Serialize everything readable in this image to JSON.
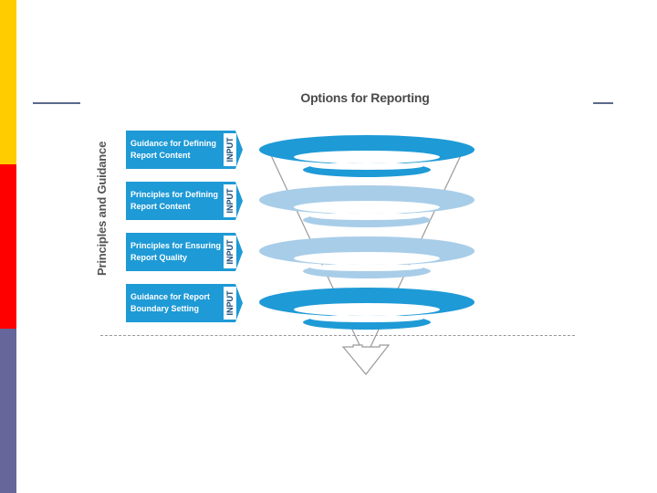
{
  "slide": {
    "band_colors": [
      "#ffcc00",
      "#ff0000",
      "#66669a"
    ]
  },
  "diagram": {
    "title": "Options for Reporting",
    "side_label": "Principles and Guidance",
    "input_label": "INPUT",
    "stages": [
      {
        "line1": "Guidance for Defining",
        "line2": "Report Content",
        "tone": "dark"
      },
      {
        "line1": "Principles for Defining",
        "line2": "Report Content",
        "tone": "light"
      },
      {
        "line1": "Principles for Ensuring",
        "line2": "Report Quality",
        "tone": "light"
      },
      {
        "line1": "Guidance for Report",
        "line2": "Boundary Setting",
        "tone": "dark"
      }
    ],
    "colors": {
      "dark_ring": "#1e9ad6",
      "light_ring": "#a8cde8",
      "label_box": "#1e9ad6",
      "funnel_line": "#9a9a9a"
    }
  }
}
